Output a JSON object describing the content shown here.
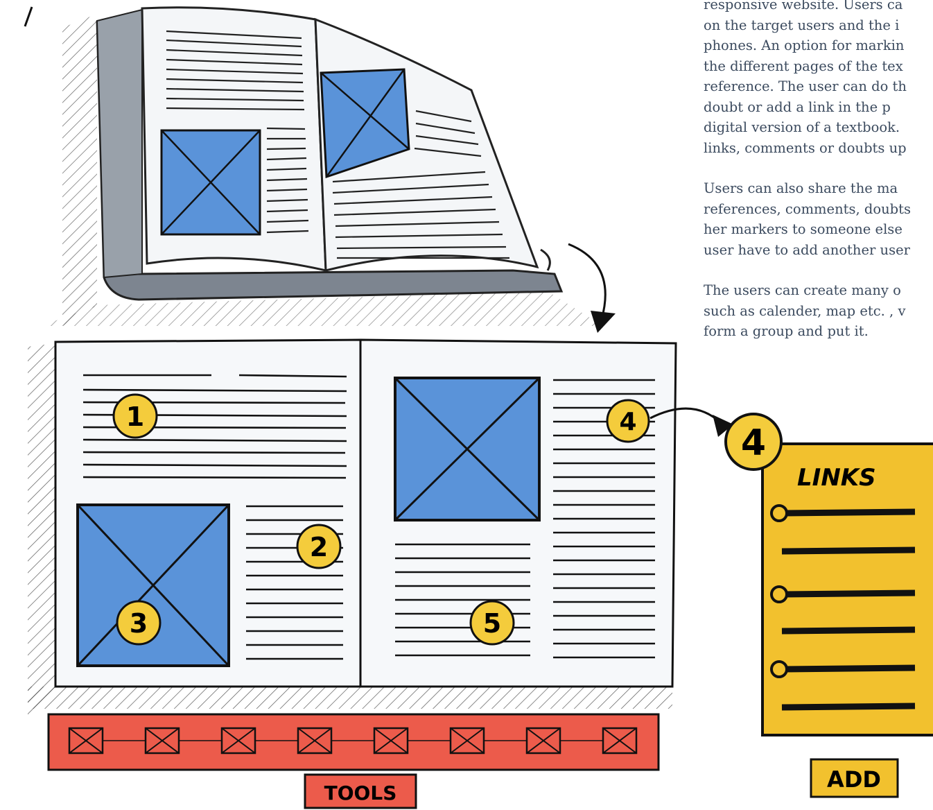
{
  "description": {
    "paragraphs": [
      [
        "responsive website. Users ca",
        "on the target users and the i",
        "phones. An option for markin",
        "the different pages of the tex",
        "reference. The user can do th",
        "doubt or add a link in the p",
        "digital version of a textbook.",
        "links, comments or doubts up"
      ],
      [
        "Users can also share the ma",
        "references, comments, doubts",
        "her markers to someone else",
        "user have to add another user"
      ],
      [
        "The users can create many o",
        "such as calender, map etc. , v",
        "form a group and put it."
      ]
    ]
  },
  "markers": [
    {
      "id": "marker-1",
      "label": "1"
    },
    {
      "id": "marker-2",
      "label": "2"
    },
    {
      "id": "marker-3",
      "label": "3"
    },
    {
      "id": "marker-4",
      "label": "4"
    },
    {
      "id": "marker-5",
      "label": "5"
    }
  ],
  "links_panel": {
    "marker": "4",
    "title": "LINKS",
    "add_label": "ADD"
  },
  "toolbar": {
    "label": "TOOLS",
    "tool_count": 8
  },
  "colors": {
    "image_blue": "#5a93d9",
    "marker_yellow": "#f4cc3c",
    "panel_yellow": "#f2c12e",
    "toolbar_red": "#ec5b4b",
    "ink": "#111111",
    "text": "#3b4a5e"
  }
}
